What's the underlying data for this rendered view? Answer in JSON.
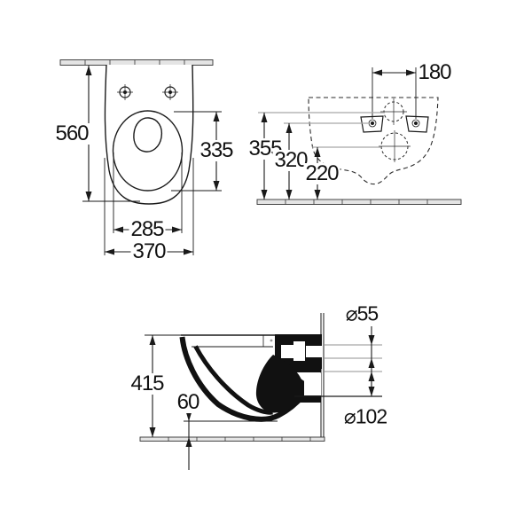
{
  "drawing": {
    "type": "technical-installation-drawing",
    "views": {
      "top": {
        "dimensions": {
          "depth": "560",
          "seat_length": "335",
          "seat_width": "285",
          "width": "370"
        }
      },
      "rear": {
        "dimensions": {
          "fixing_hole_spacing": "180",
          "inlet_height": "355",
          "fixing_hole_height": "320",
          "outlet_height": "220"
        }
      },
      "side": {
        "dimensions": {
          "height": "415",
          "floor_clearance": "60",
          "inlet_diameter": "⌀55",
          "outlet_diameter": "⌀102"
        }
      }
    },
    "colors": {
      "background": "#ffffff",
      "line": "#1a1a1a",
      "gray_reference_line": "#a8a8a8",
      "wall_fill": "#e4e4e4"
    }
  }
}
